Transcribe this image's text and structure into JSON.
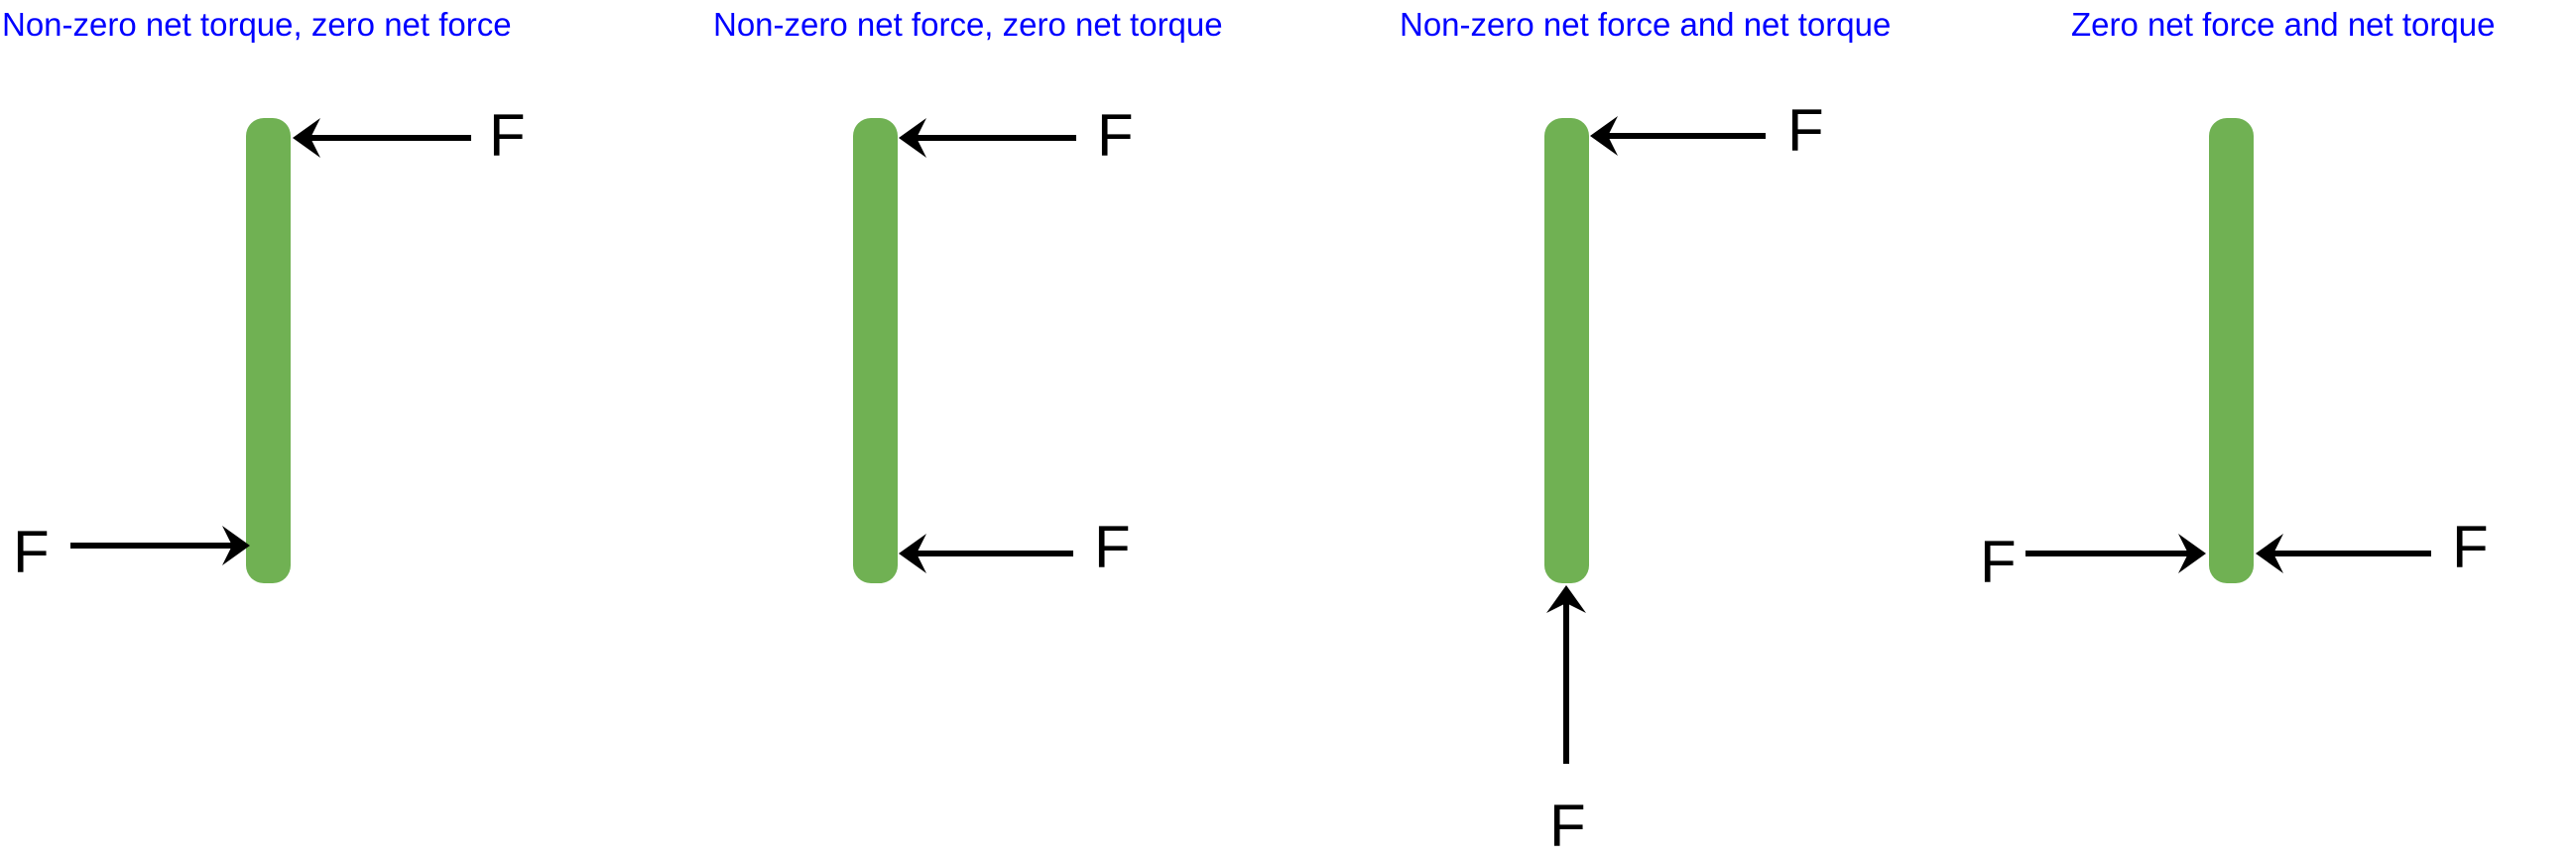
{
  "colors": {
    "title": "#0000ff",
    "bar": "#70b153",
    "arrow": "#000000"
  },
  "panels": [
    {
      "title": "Non-zero net torque, zero net force",
      "forces": [
        "F",
        "F"
      ]
    },
    {
      "title": "Non-zero net force, zero net torque",
      "forces": [
        "F",
        "F"
      ]
    },
    {
      "title": "Non-zero net force and net torque",
      "forces": [
        "F",
        "F"
      ]
    },
    {
      "title": "Zero net force and net torque",
      "forces": [
        "F",
        "F"
      ]
    }
  ]
}
